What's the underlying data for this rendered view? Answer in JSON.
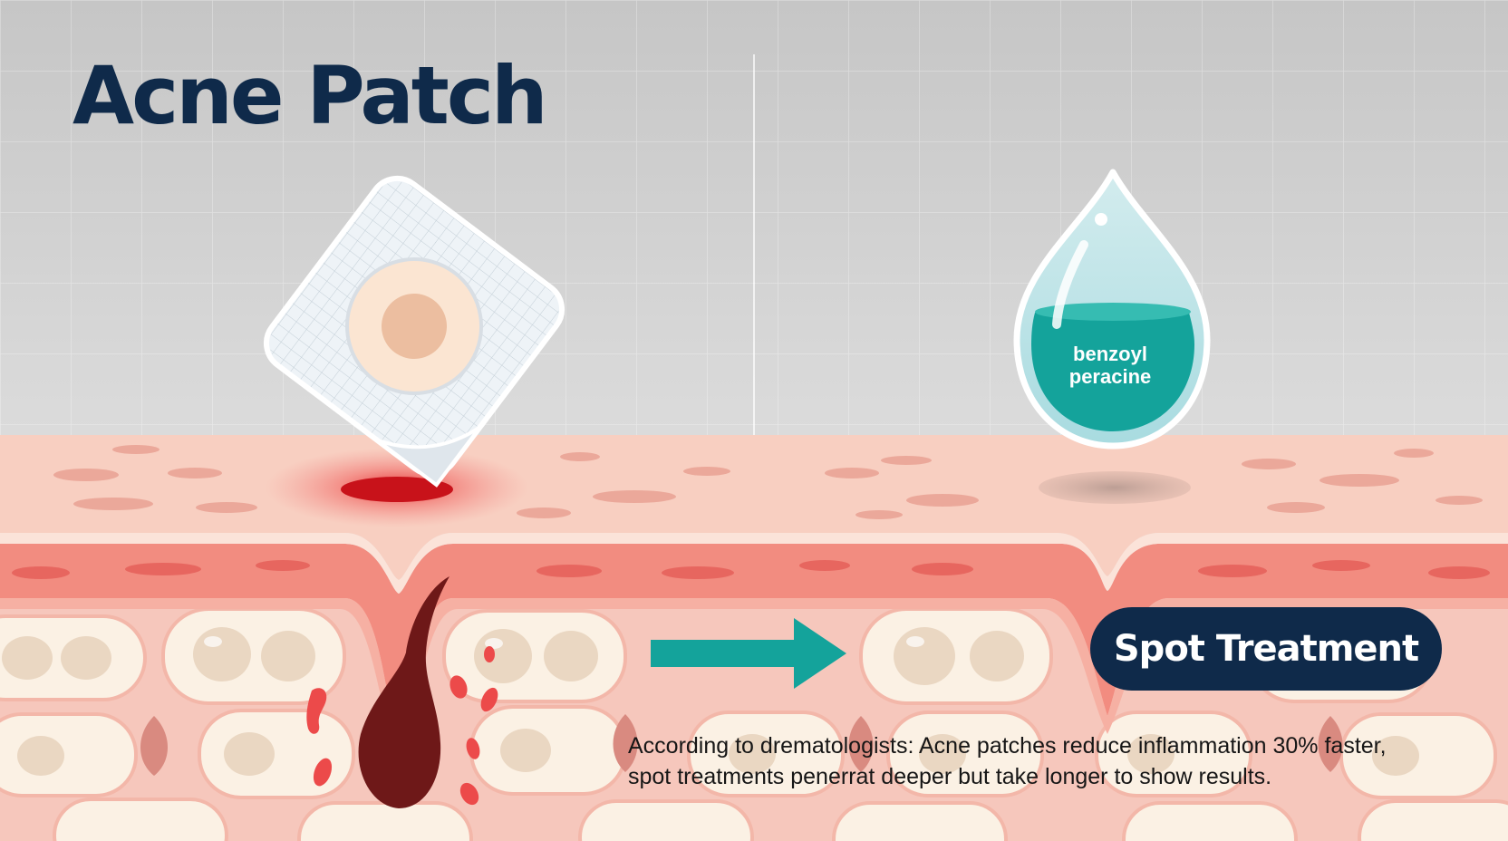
{
  "title": "Acne Patch",
  "drop_label": {
    "line1": "benzoyl",
    "line2": "peracine"
  },
  "pill_label": "Spot Treatment",
  "caption": {
    "line1": "According to drematologists: Acne patches reduce inflammation 30% faster,",
    "line2": "spot treatments penerrat deeper but take longer to show results."
  },
  "icons": [
    "acne-patch-icon",
    "droplet-icon",
    "arrow-right-icon",
    "hair-follicle-icon"
  ],
  "colors": {
    "navy": "#0f2a4a",
    "teal": "#14a39b",
    "skin": "#f7cabb",
    "dermis": "#f08a7f",
    "inflammation": "#e0242a",
    "follicle": "#6e1818"
  }
}
